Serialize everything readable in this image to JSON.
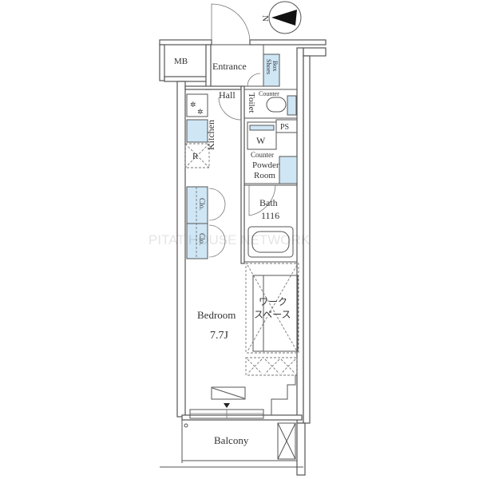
{
  "compass": {
    "label": "N"
  },
  "rooms": {
    "mb": "MB",
    "entrance": "Entrance",
    "shoes_box": [
      "Shoes",
      "Box"
    ],
    "hall": "Hall",
    "toilet": "Toilet",
    "counter_toilet": "Counter",
    "kitchen": "Kitchen",
    "fridge": "R",
    "ps": "PS",
    "washer": "W",
    "counter_powder": "Counter",
    "powder_room": [
      "Powder",
      "Room"
    ],
    "bath": "Bath",
    "bath_size": "1116",
    "closet_1": "Clo.",
    "closet_2": "Clo.",
    "bedroom": "Bedroom",
    "bedroom_size": "7.7J",
    "workspace": [
      "ワーク",
      "スペース"
    ],
    "balcony": "Balcony"
  },
  "watermark": "PITAT HOUSE NETWORK",
  "colors": {
    "fixture_blue": "#cfe6f5",
    "wall": "#555555"
  }
}
